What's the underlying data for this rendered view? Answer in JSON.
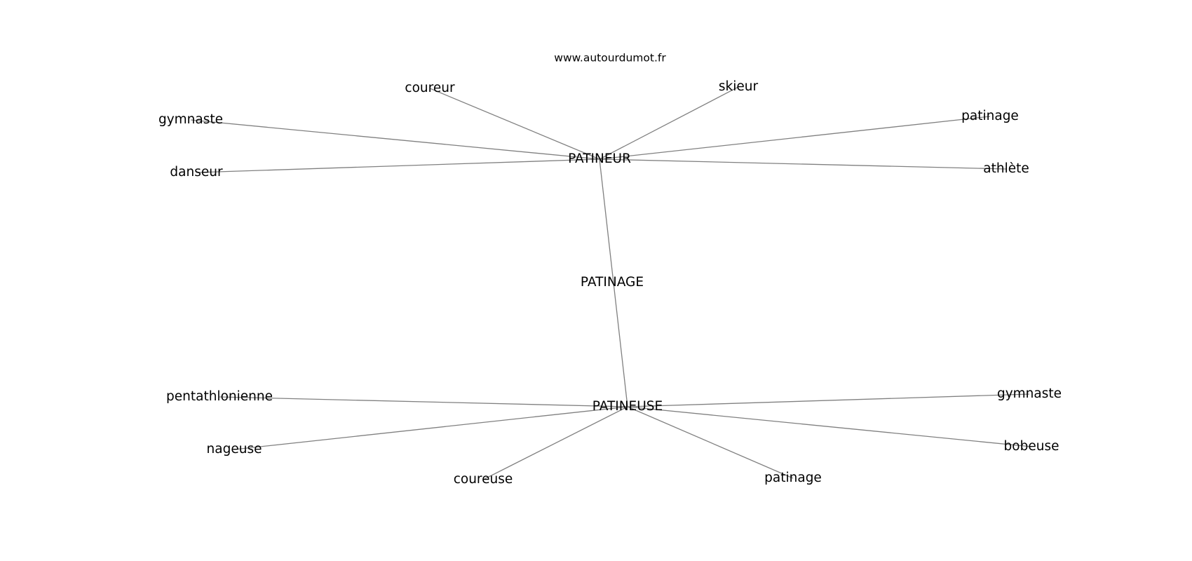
{
  "source": "www.autourdumot.fr",
  "nodes": {
    "root": "PATINAGE",
    "patineur": "PATINEUR",
    "patineuse": "PATINEUSE",
    "p_coureur": "coureur",
    "p_skieur": "skieur",
    "p_gymnaste": "gymnaste",
    "p_patinage": "patinage",
    "p_danseur": "danseur",
    "p_athlete": "athlète",
    "f_pentathlonienne": "pentathlonienne",
    "f_gymnaste": "gymnaste",
    "f_nageuse": "nageuse",
    "f_bobeuse": "bobeuse",
    "f_coureuse": "coureuse",
    "f_patinage": "patinage"
  },
  "edges": [
    [
      "patineur",
      "p_coureur"
    ],
    [
      "patineur",
      "p_skieur"
    ],
    [
      "patineur",
      "p_gymnaste"
    ],
    [
      "patineur",
      "p_patinage"
    ],
    [
      "patineur",
      "p_danseur"
    ],
    [
      "patineur",
      "p_athlete"
    ],
    [
      "patineur",
      "patineuse"
    ],
    [
      "patineuse",
      "f_pentathlonienne"
    ],
    [
      "patineuse",
      "f_gymnaste"
    ],
    [
      "patineuse",
      "f_nageuse"
    ],
    [
      "patineuse",
      "f_bobeuse"
    ],
    [
      "patineuse",
      "f_coureuse"
    ],
    [
      "patineuse",
      "f_patinage"
    ]
  ]
}
